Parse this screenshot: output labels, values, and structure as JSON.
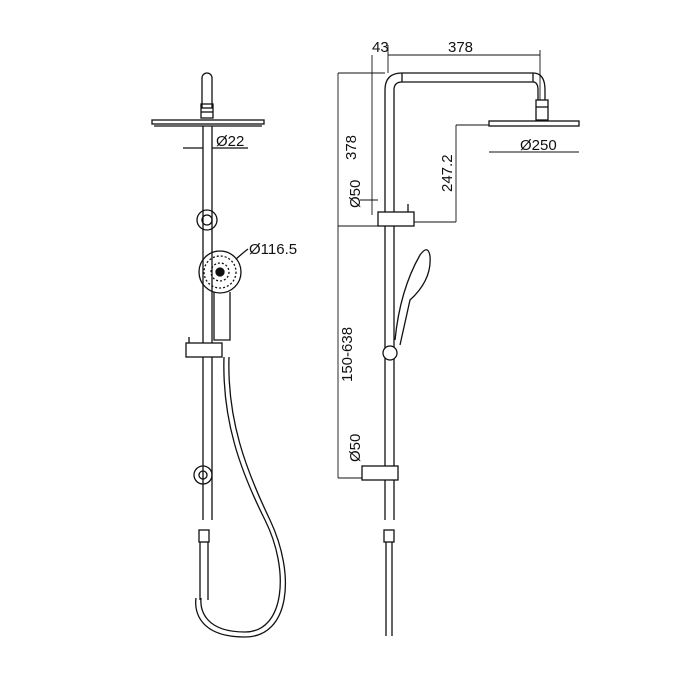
{
  "drawing": {
    "subject": "Twin shower rail set technical drawing",
    "front_view": {
      "labels": {
        "arm_diameter": "Ø22",
        "handshower_diameter": "Ø116.5"
      }
    },
    "side_view": {
      "labels": {
        "arm_offset": "43",
        "arm_reach": "378",
        "riser_height": "378",
        "head_drop": "247.2",
        "head_diameter": "Ø250",
        "top_bracket_diameter": "Ø50",
        "adjustable_range": "150-638",
        "bottom_bracket_diameter": "Ø50"
      }
    },
    "colors": {
      "line": "#111111",
      "background": "#ffffff"
    }
  }
}
